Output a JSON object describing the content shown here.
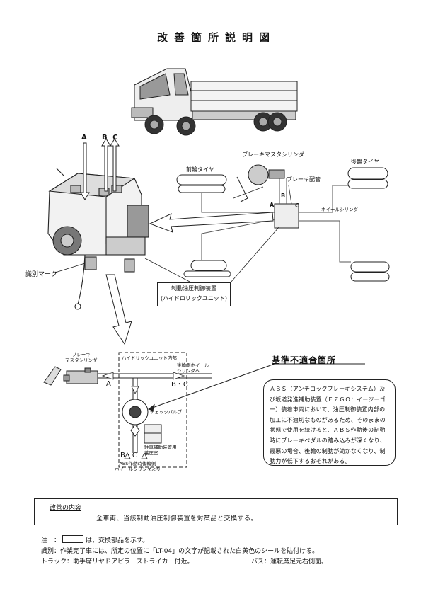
{
  "title": "改善箇所説明図",
  "labels": {
    "front_tire": "前輪タイヤ",
    "rear_tire": "後輪タイヤ",
    "brake_master": "ブレーキマスタシリンダ",
    "brake_pipe": "ブレーキ配管",
    "wheel_cylinder": "ホイールシリンダ",
    "id_mark": "識別マーク",
    "letter_a": "A",
    "letter_b": "B",
    "letter_c": "C",
    "letter_bc": "B C",
    "control_unit": "制動油圧制御装置",
    "hydraulic_unit": "(ハイドロリックユニット)"
  },
  "hydraulic": {
    "brake_master": "ブレーキ\nマスタシリンダ",
    "unit_inside": "ハイドリックユニット内部",
    "rear_wheel_to": "後輪側ホイール\nシリンダへ",
    "letter_a": "A",
    "letter_bc": "B・C",
    "check_valve": "チェックバルブ",
    "parking_accumulator": "駐車補助装置用\n蓄圧室",
    "abs_from": "ABS作動時後輪側\nホイールシリンダより",
    "letter_bc2": "B・C"
  },
  "nonconformity": {
    "title": "基準不適合箇所",
    "text": "ＡＢＳ（アンチロックブレーキシステム）及び坂道発進補助装置（ＥＺＧＯ：イージーゴー）装着車両において、油圧制御装置内部の加工に不適切なものがあるため、そのままの状態で使用を続けると、ＡＢＳ作動後の制動時にブレーキペダルの踏み込みが深くなり、最悪の場合、後輪の制動が効かなくなり、制動力が低下するおそれがある。"
  },
  "improvement": {
    "heading": "改善の内容",
    "text": "全車両、当該制動油圧制御装置を対策品と交換する。"
  },
  "notes": {
    "note_prefix": "注　：",
    "note_suffix": "は、交換部品を示す。",
    "id_line": "識別：作業完了車には、所定の位置に「LT-04」の文字が記載された白黄色のシールを貼付ける。",
    "truck_line": "トラック：助手席リヤドアピラーストライカー付近。",
    "bus_line": "バス：運転席足元右側面。"
  }
}
